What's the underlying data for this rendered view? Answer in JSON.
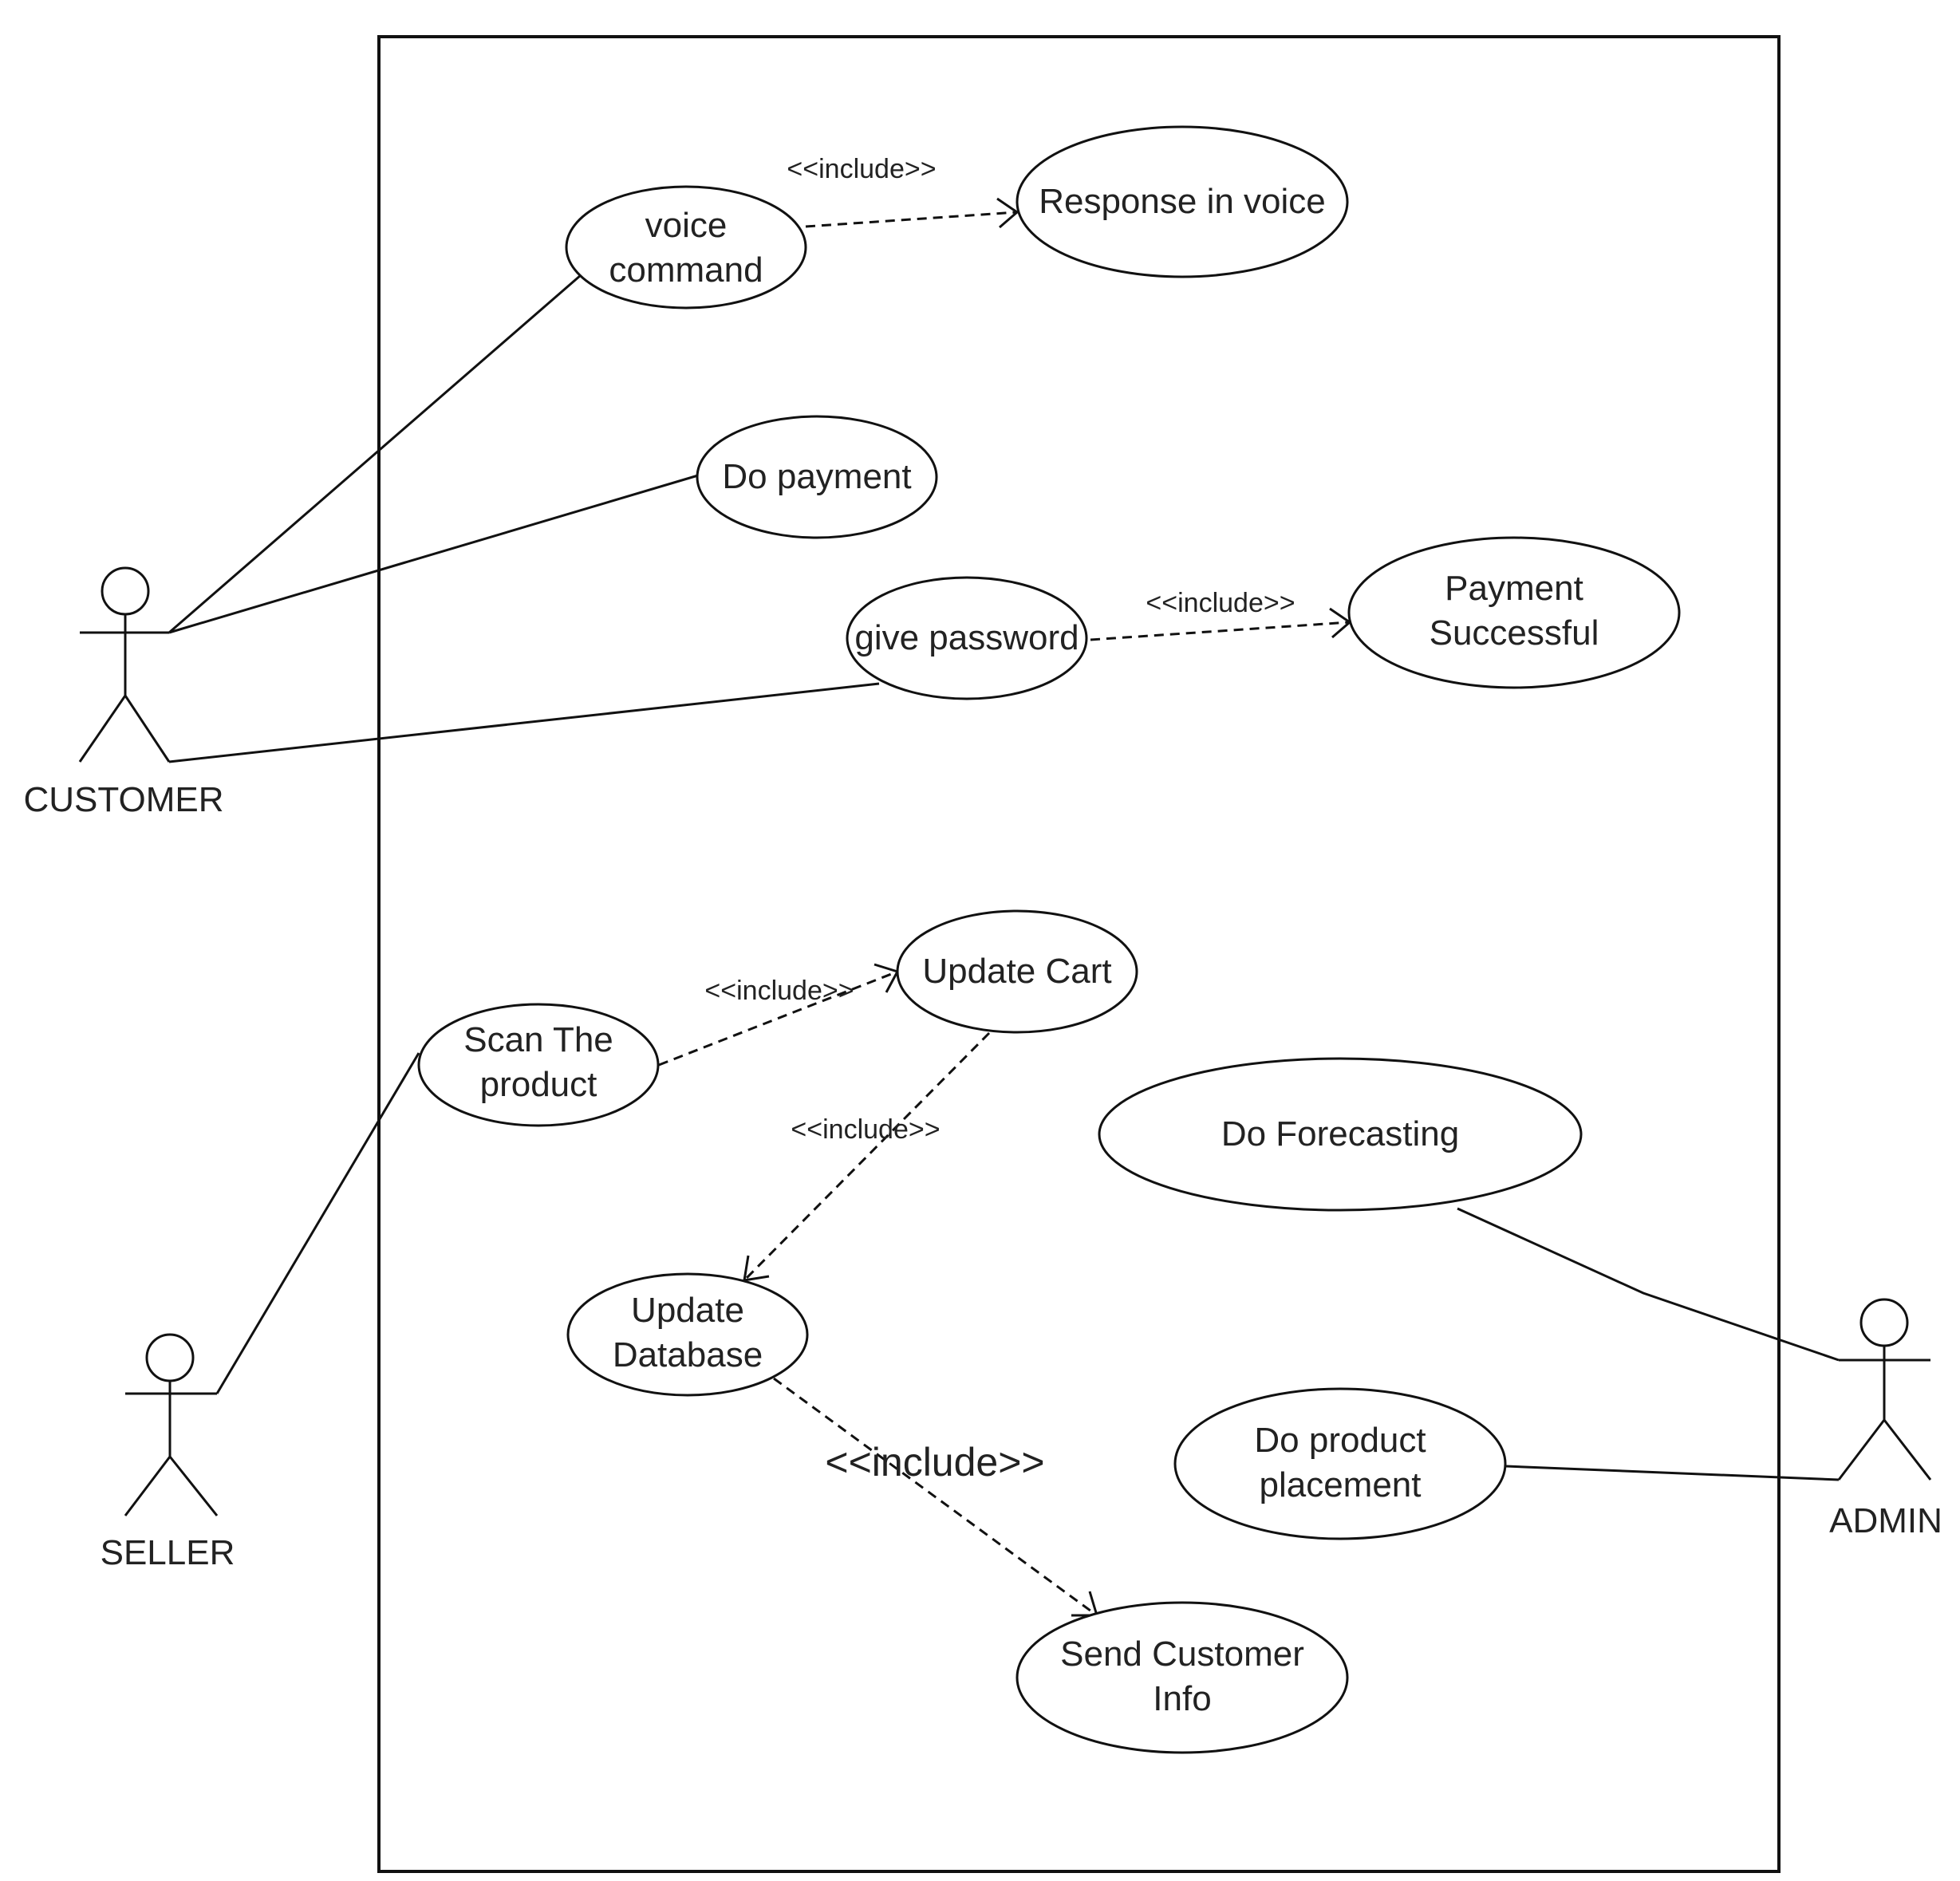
{
  "actors": {
    "customer": "CUSTOMER",
    "seller": "SELLER",
    "admin": "ADMIN"
  },
  "use_cases": {
    "voice_command": [
      "voice",
      "command"
    ],
    "response_in_voice": [
      "Response in voice"
    ],
    "do_payment": [
      "Do payment"
    ],
    "give_password": [
      "give password"
    ],
    "payment_successful": [
      "Payment",
      "Successful"
    ],
    "update_cart": [
      "Update Cart"
    ],
    "scan_the_product": [
      "Scan The",
      "product"
    ],
    "do_forecasting": [
      "Do Forecasting"
    ],
    "update_database": [
      "Update",
      "Database"
    ],
    "do_product_placement": [
      "Do product",
      "placement"
    ],
    "send_customer_info": [
      "Send Customer",
      "Info"
    ]
  },
  "relationships": {
    "include_label": "<<include>>"
  }
}
